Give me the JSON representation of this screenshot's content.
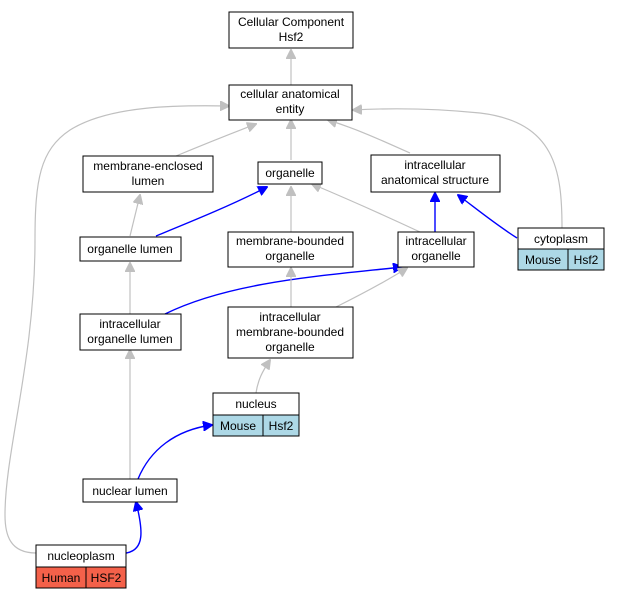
{
  "colors": {
    "mouse_cell": "#add8e6",
    "human_cell": "#f4614a",
    "edge_gray": "#c0c0c0",
    "edge_blue": "#0000ff"
  },
  "nodes": {
    "root": {
      "line1": "Cellular Component",
      "line2": "Hsf2"
    },
    "cae": {
      "line1": "cellular anatomical",
      "line2": "entity"
    },
    "mel": {
      "line1": "membrane-enclosed",
      "line2": "lumen"
    },
    "org": {
      "line1": "organelle"
    },
    "ias": {
      "line1": "intracellular",
      "line2": "anatomical structure"
    },
    "orgl": {
      "line1": "organelle lumen"
    },
    "mbo": {
      "line1": "membrane-bounded",
      "line2": "organelle"
    },
    "io": {
      "line1": "intracellular",
      "line2": "organelle"
    },
    "cyto": {
      "line1": "cytoplasm",
      "species": "Mouse",
      "gene": "Hsf2"
    },
    "iol": {
      "line1": "intracellular",
      "line2": "organelle lumen"
    },
    "imbo": {
      "line1": "intracellular",
      "line2": "membrane-bounded",
      "line3": "organelle"
    },
    "nuc": {
      "line1": "nucleus",
      "species": "Mouse",
      "gene": "Hsf2"
    },
    "nl": {
      "line1": "nuclear lumen"
    },
    "np": {
      "line1": "nucleoplasm",
      "species": "Human",
      "gene": "HSF2"
    }
  }
}
